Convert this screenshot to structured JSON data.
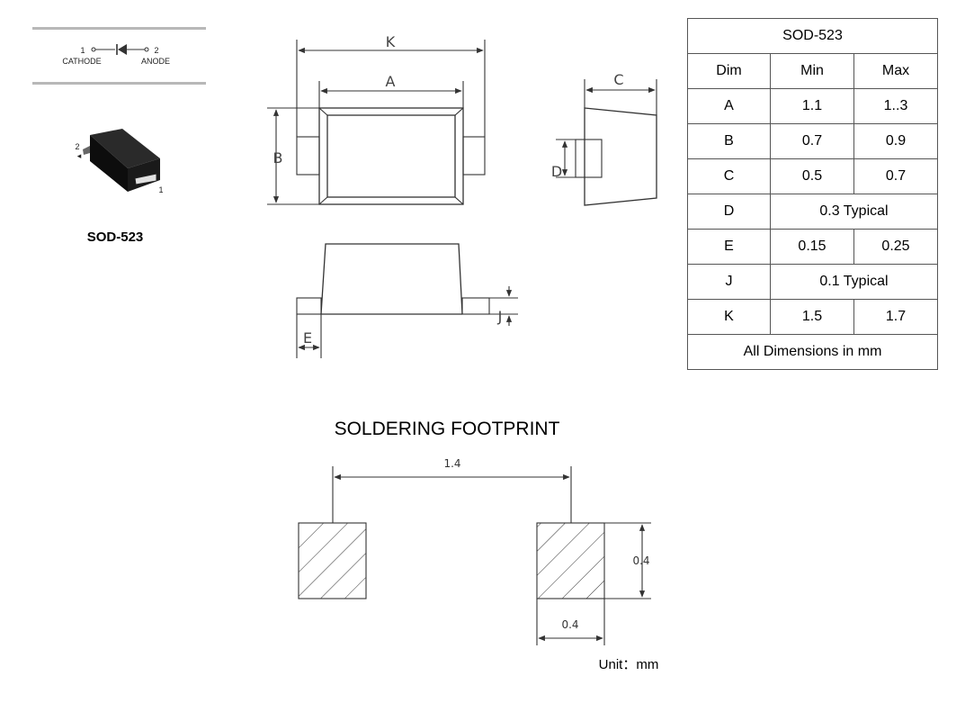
{
  "symbol": {
    "pin1_number": "1",
    "pin1_label": "CATHODE",
    "pin2_number": "2",
    "pin2_label": "ANODE"
  },
  "package_photo": {
    "pin_top": "2",
    "pin_bottom": "1",
    "caption": "SOD-523"
  },
  "drawing_labels": {
    "K": "K",
    "A": "A",
    "B": "B",
    "C": "C",
    "D": "D",
    "E": "E",
    "J": "J"
  },
  "table": {
    "title": "SOD-523",
    "headers": [
      "Dim",
      "Min",
      "Max"
    ],
    "rows": [
      {
        "dim": "A",
        "min": "1.1",
        "max": "1..3"
      },
      {
        "dim": "B",
        "min": "0.7",
        "max": "0.9"
      },
      {
        "dim": "C",
        "min": "0.5",
        "max": "0.7"
      },
      {
        "dim": "D",
        "typical": "0.3 Typical"
      },
      {
        "dim": "E",
        "min": "0.15",
        "max": "0.25"
      },
      {
        "dim": "J",
        "typical": "0.1 Typical"
      },
      {
        "dim": "K",
        "min": "1.5",
        "max": "1.7"
      }
    ],
    "footer": "All Dimensions in mm"
  },
  "footprint": {
    "title": "SOLDERING FOOTPRINT",
    "pitch": "1.4",
    "pad_height": "0.4",
    "pad_width": "0.4",
    "unit": "Unit：mm"
  }
}
